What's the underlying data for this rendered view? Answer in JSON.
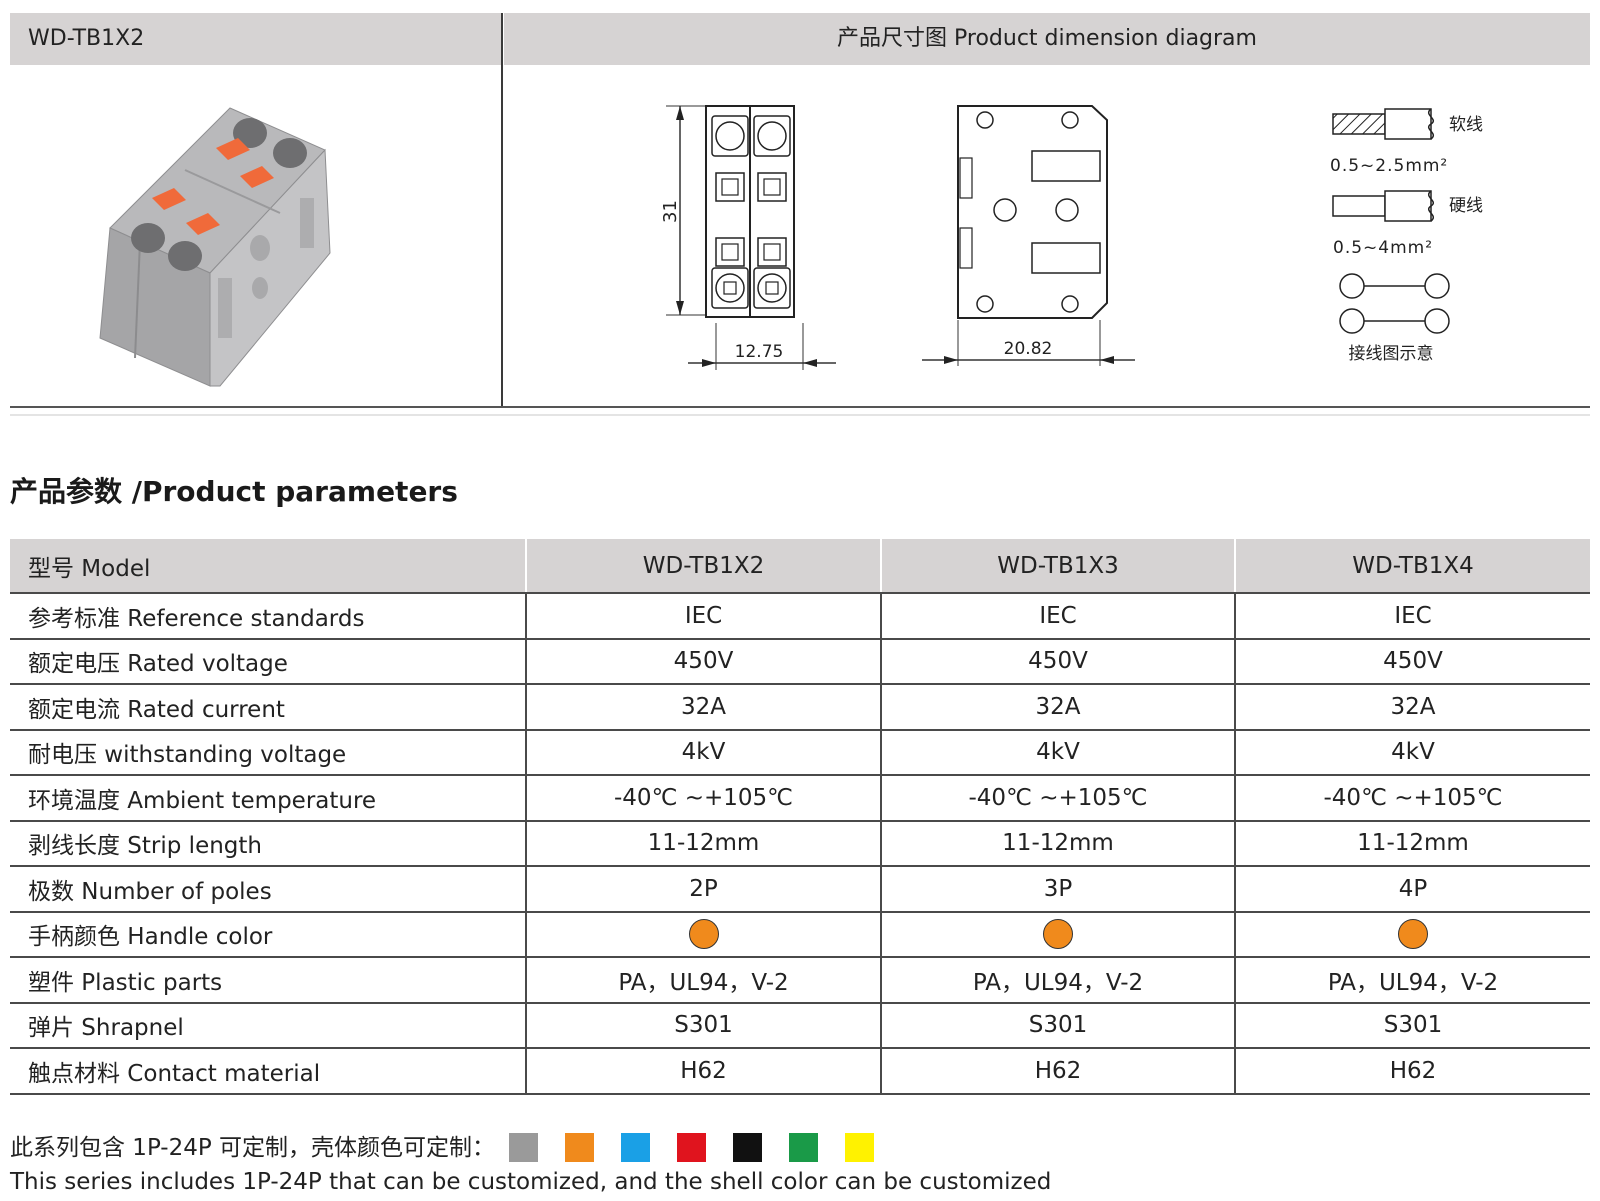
{
  "header": {
    "model_code": "WD-TB1X2",
    "diagram_title": "产品尺寸图 Product dimension diagram"
  },
  "diagram": {
    "height_dim": "31",
    "width_dim_front": "12.75",
    "width_dim_side": "20.82",
    "wire_soft_label": "软线",
    "wire_soft_range": "0.5~2.5mm²",
    "wire_hard_label": "硬线",
    "wire_hard_range": "0.5~4mm²",
    "wiring_diagram_label": "接线图示意"
  },
  "section_title": "产品参数 /Product parameters",
  "table": {
    "header": [
      "型号 Model",
      "WD-TB1X2",
      "WD-TB1X3",
      "WD-TB1X4"
    ],
    "rows": [
      [
        "参考标准 Reference standards",
        "IEC",
        "IEC",
        "IEC"
      ],
      [
        "额定电压 Rated voltage",
        "450V",
        "450V",
        "450V"
      ],
      [
        "额定电流 Rated current",
        "32A",
        "32A",
        "32A"
      ],
      [
        "耐电压 withstanding voltage",
        "4kV",
        "4kV",
        "4kV"
      ],
      [
        "环境温度 Ambient temperature",
        "-40℃ ~+105℃",
        "-40℃ ~+105℃",
        "-40℃ ~+105℃"
      ],
      [
        "剥线长度 Strip length",
        "11-12mm",
        "11-12mm",
        "11-12mm"
      ],
      [
        "极数 Number of poles",
        "2P",
        "3P",
        "4P"
      ],
      [
        "手柄颜色 Handle color",
        "",
        "",
        ""
      ],
      [
        "塑件 Plastic parts",
        "PA，UL94，V-2",
        "PA，UL94，V-2",
        "PA，UL94，V-2"
      ],
      [
        "弹片 Shrapnel",
        "S301",
        "S301",
        "S301"
      ],
      [
        "触点材料 Contact material",
        "H62",
        "H62",
        "H62"
      ]
    ],
    "handle_color": "#f08a1c"
  },
  "footer": {
    "line_cn": "此系列包含 1P-24P 可定制，壳体颜色可定制：",
    "line_en": "This series includes 1P-24P that can be customized, and the shell color can be customized",
    "shell_colors": [
      {
        "name": "gray",
        "hex": "#9a9a9a"
      },
      {
        "name": "orange",
        "hex": "#f08a1c"
      },
      {
        "name": "blue",
        "hex": "#1aa0e6"
      },
      {
        "name": "red",
        "hex": "#e0141e"
      },
      {
        "name": "black",
        "hex": "#111111"
      },
      {
        "name": "green",
        "hex": "#1a9a48"
      },
      {
        "name": "yellow",
        "hex": "#fff200"
      }
    ]
  }
}
